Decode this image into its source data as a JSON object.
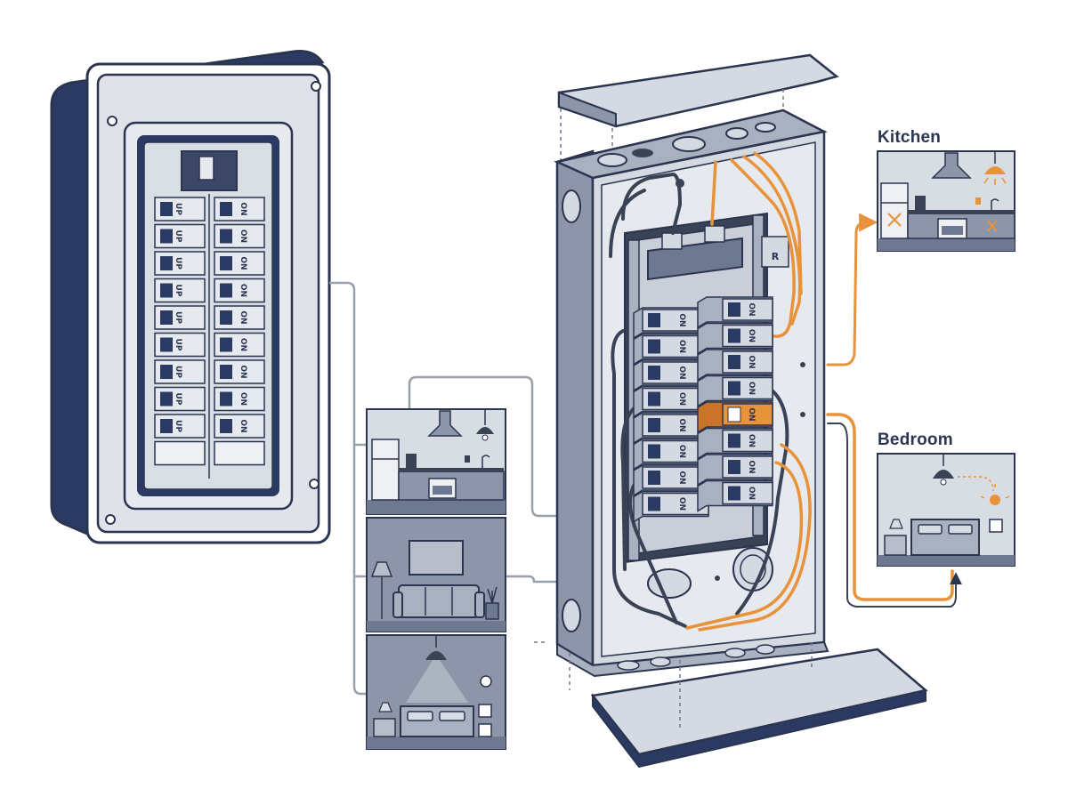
{
  "labels": {
    "kitchen": "Kitchen",
    "bedroom": "Bedroom"
  },
  "breaker_text": {
    "left": "UP",
    "right": "ON",
    "relay": "R"
  },
  "panel": {
    "left_breakers": 9,
    "right_breakers": 9,
    "blank_slots": 1
  },
  "open_panel": {
    "left_breakers": 8,
    "right_breakers": 8,
    "highlighted_right_index": 4
  },
  "colors": {
    "navy": "#2b3a63",
    "outline": "#2b3550",
    "panel_grey": "#d5d9e1",
    "mid_grey": "#a9b0bf",
    "dark_grey": "#6f7891",
    "wire_orange": "#e8923a",
    "wire_dark": "#3a4256",
    "room_bg": "#8d96a8",
    "connector": "#9aa0ab"
  }
}
